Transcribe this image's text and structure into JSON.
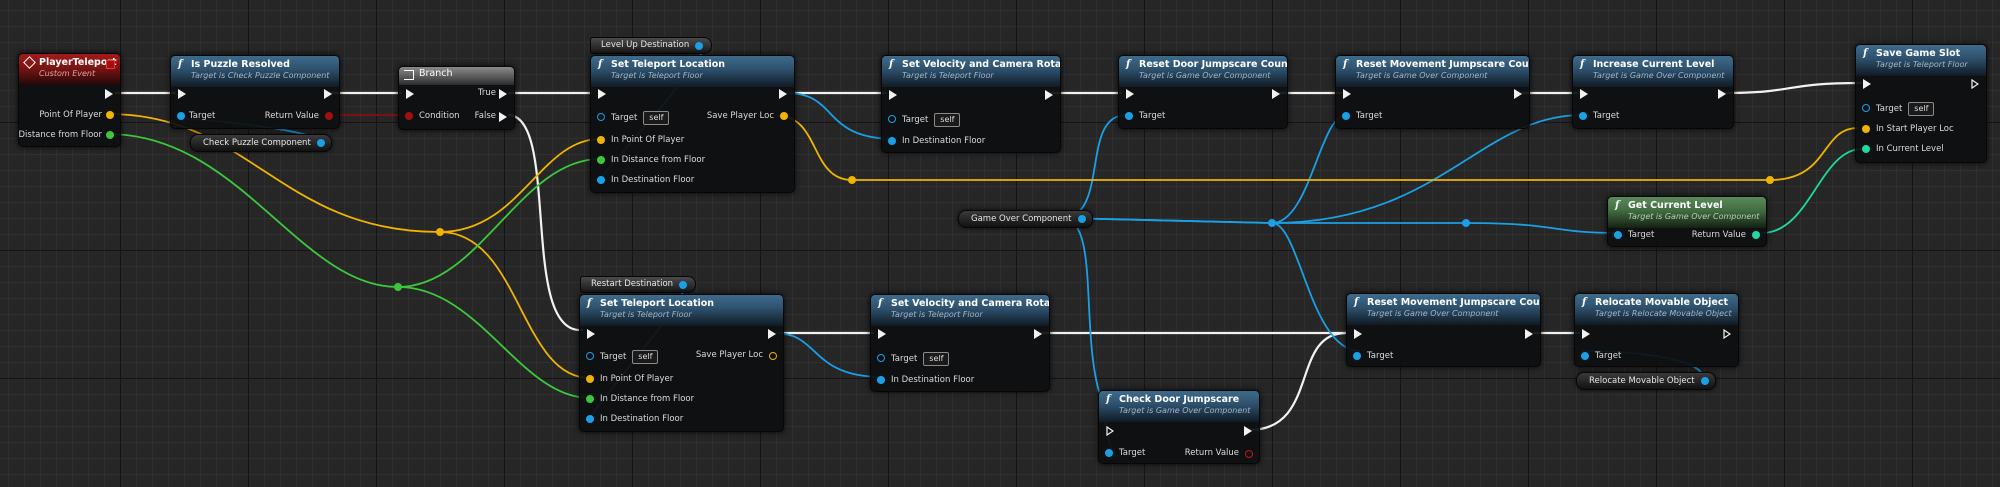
{
  "colors": {
    "exec": "#f2f2f2",
    "object": "#1aa0e6",
    "vector": "#f0b400",
    "float": "#3cc83c",
    "bool": "#a01010",
    "int": "#1ed9a0"
  },
  "nodes": {
    "player_teleport": {
      "title": "PlayerTeleport",
      "subtitle": "Custom Event",
      "pins": [
        "Point Of Player",
        "Distance from Floor"
      ]
    },
    "is_puzzle_resolved": {
      "title": "Is Puzzle Resolved",
      "subtitle": "Target is Check Puzzle Component",
      "pins": [
        "Target",
        "Return Value"
      ]
    },
    "branch": {
      "title": "Branch",
      "pins": [
        "True",
        "Condition",
        "False"
      ]
    },
    "check_puzzle_component": {
      "label": "Check Puzzle Component"
    },
    "level_up_destination": {
      "label": "Level Up Destination"
    },
    "restart_destination": {
      "label": "Restart Destination"
    },
    "set_teleport_1": {
      "title": "Set Teleport Location",
      "subtitle": "Target is Teleport Floor",
      "pins": [
        "Target",
        "Save Player Loc",
        "In Point Of Player",
        "In Distance from Floor",
        "In Destination Floor"
      ],
      "self": "self"
    },
    "set_teleport_2": {
      "title": "Set Teleport Location",
      "subtitle": "Target is Teleport Floor",
      "pins": [
        "Target",
        "Save Player Loc",
        "In Point Of Player",
        "In Distance from Floor",
        "In Destination Floor"
      ],
      "self": "self"
    },
    "set_velocity_1": {
      "title": "Set Velocity and Camera Rotation",
      "subtitle": "Target is Teleport Floor",
      "pins": [
        "Target",
        "In Destination Floor"
      ],
      "self": "self"
    },
    "set_velocity_2": {
      "title": "Set Velocity and Camera Rotation",
      "subtitle": "Target is Teleport Floor",
      "pins": [
        "Target",
        "In Destination Floor"
      ],
      "self": "self"
    },
    "game_over_component": {
      "label": "Game Over Component"
    },
    "reset_door": {
      "title": "Reset Door Jumpscare Counter",
      "subtitle": "Target is Game Over Component",
      "pins": [
        "Target"
      ]
    },
    "reset_movement_1": {
      "title": "Reset Movement Jumpscare Counter",
      "subtitle": "Target is Game Over Component",
      "pins": [
        "Target"
      ]
    },
    "reset_movement_2": {
      "title": "Reset Movement Jumpscare Counter",
      "subtitle": "Target is Game Over Component",
      "pins": [
        "Target"
      ]
    },
    "increase_level": {
      "title": "Increase Current Level",
      "subtitle": "Target is Game Over Component",
      "pins": [
        "Target"
      ]
    },
    "save_game_slot": {
      "title": "Save Game Slot",
      "subtitle": "Target is Teleport Floor",
      "pins": [
        "Target",
        "In Start Player Loc",
        "In Current Level"
      ],
      "self": "self"
    },
    "get_current_level": {
      "title": "Get Current Level",
      "subtitle": "Target is Game Over Component",
      "pins": [
        "Target",
        "Return Value"
      ]
    },
    "relocate_movable": {
      "title": "Relocate Movable Object",
      "subtitle": "Target is Relocate Movable Object",
      "pins": [
        "Target"
      ]
    },
    "relocate_movable_var": {
      "label": "Relocate Movable Object"
    },
    "check_door_jumpscare": {
      "title": "Check Door Jumpscare",
      "subtitle": "Target is Game Over Component",
      "pins": [
        "Target",
        "Return Value"
      ]
    }
  }
}
